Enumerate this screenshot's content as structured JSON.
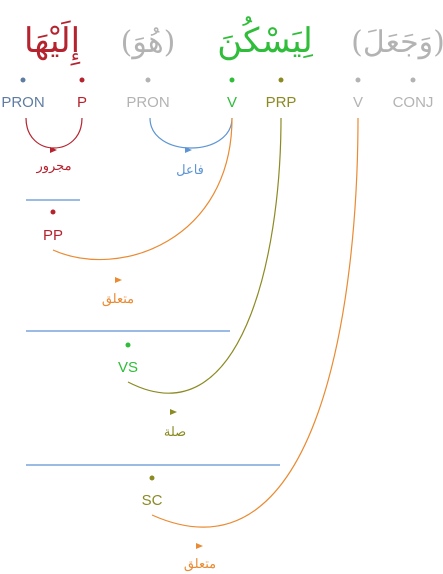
{
  "colors": {
    "grey": "#b3b3b3",
    "grey_dark": "#9a9a9a",
    "red": "#b5232f",
    "green": "#2fbd3a",
    "olive": "#8b8a23",
    "blue": "#5d95d4",
    "orange": "#ea8a32",
    "pron_blue": "#5f7da3"
  },
  "words": {
    "w1": "(وَجَعَلَ)",
    "w2": "لِيَسْكُنَ",
    "w3": "(هُوَ)",
    "w4": "إِلَيْهَا"
  },
  "tags": {
    "conj": "CONJ",
    "v1": "V",
    "prp": "PRP",
    "v2": "V",
    "pron1": "PRON",
    "p": "P",
    "pron2": "PRON"
  },
  "phrases": {
    "pp": "PP",
    "vs": "VS",
    "sc": "SC"
  },
  "relations": {
    "majrur": "مجرور",
    "fail": "فاعل",
    "mutaallaq1": "متعلق",
    "sila": "صلة",
    "mutaallaq2": "متعلق"
  }
}
